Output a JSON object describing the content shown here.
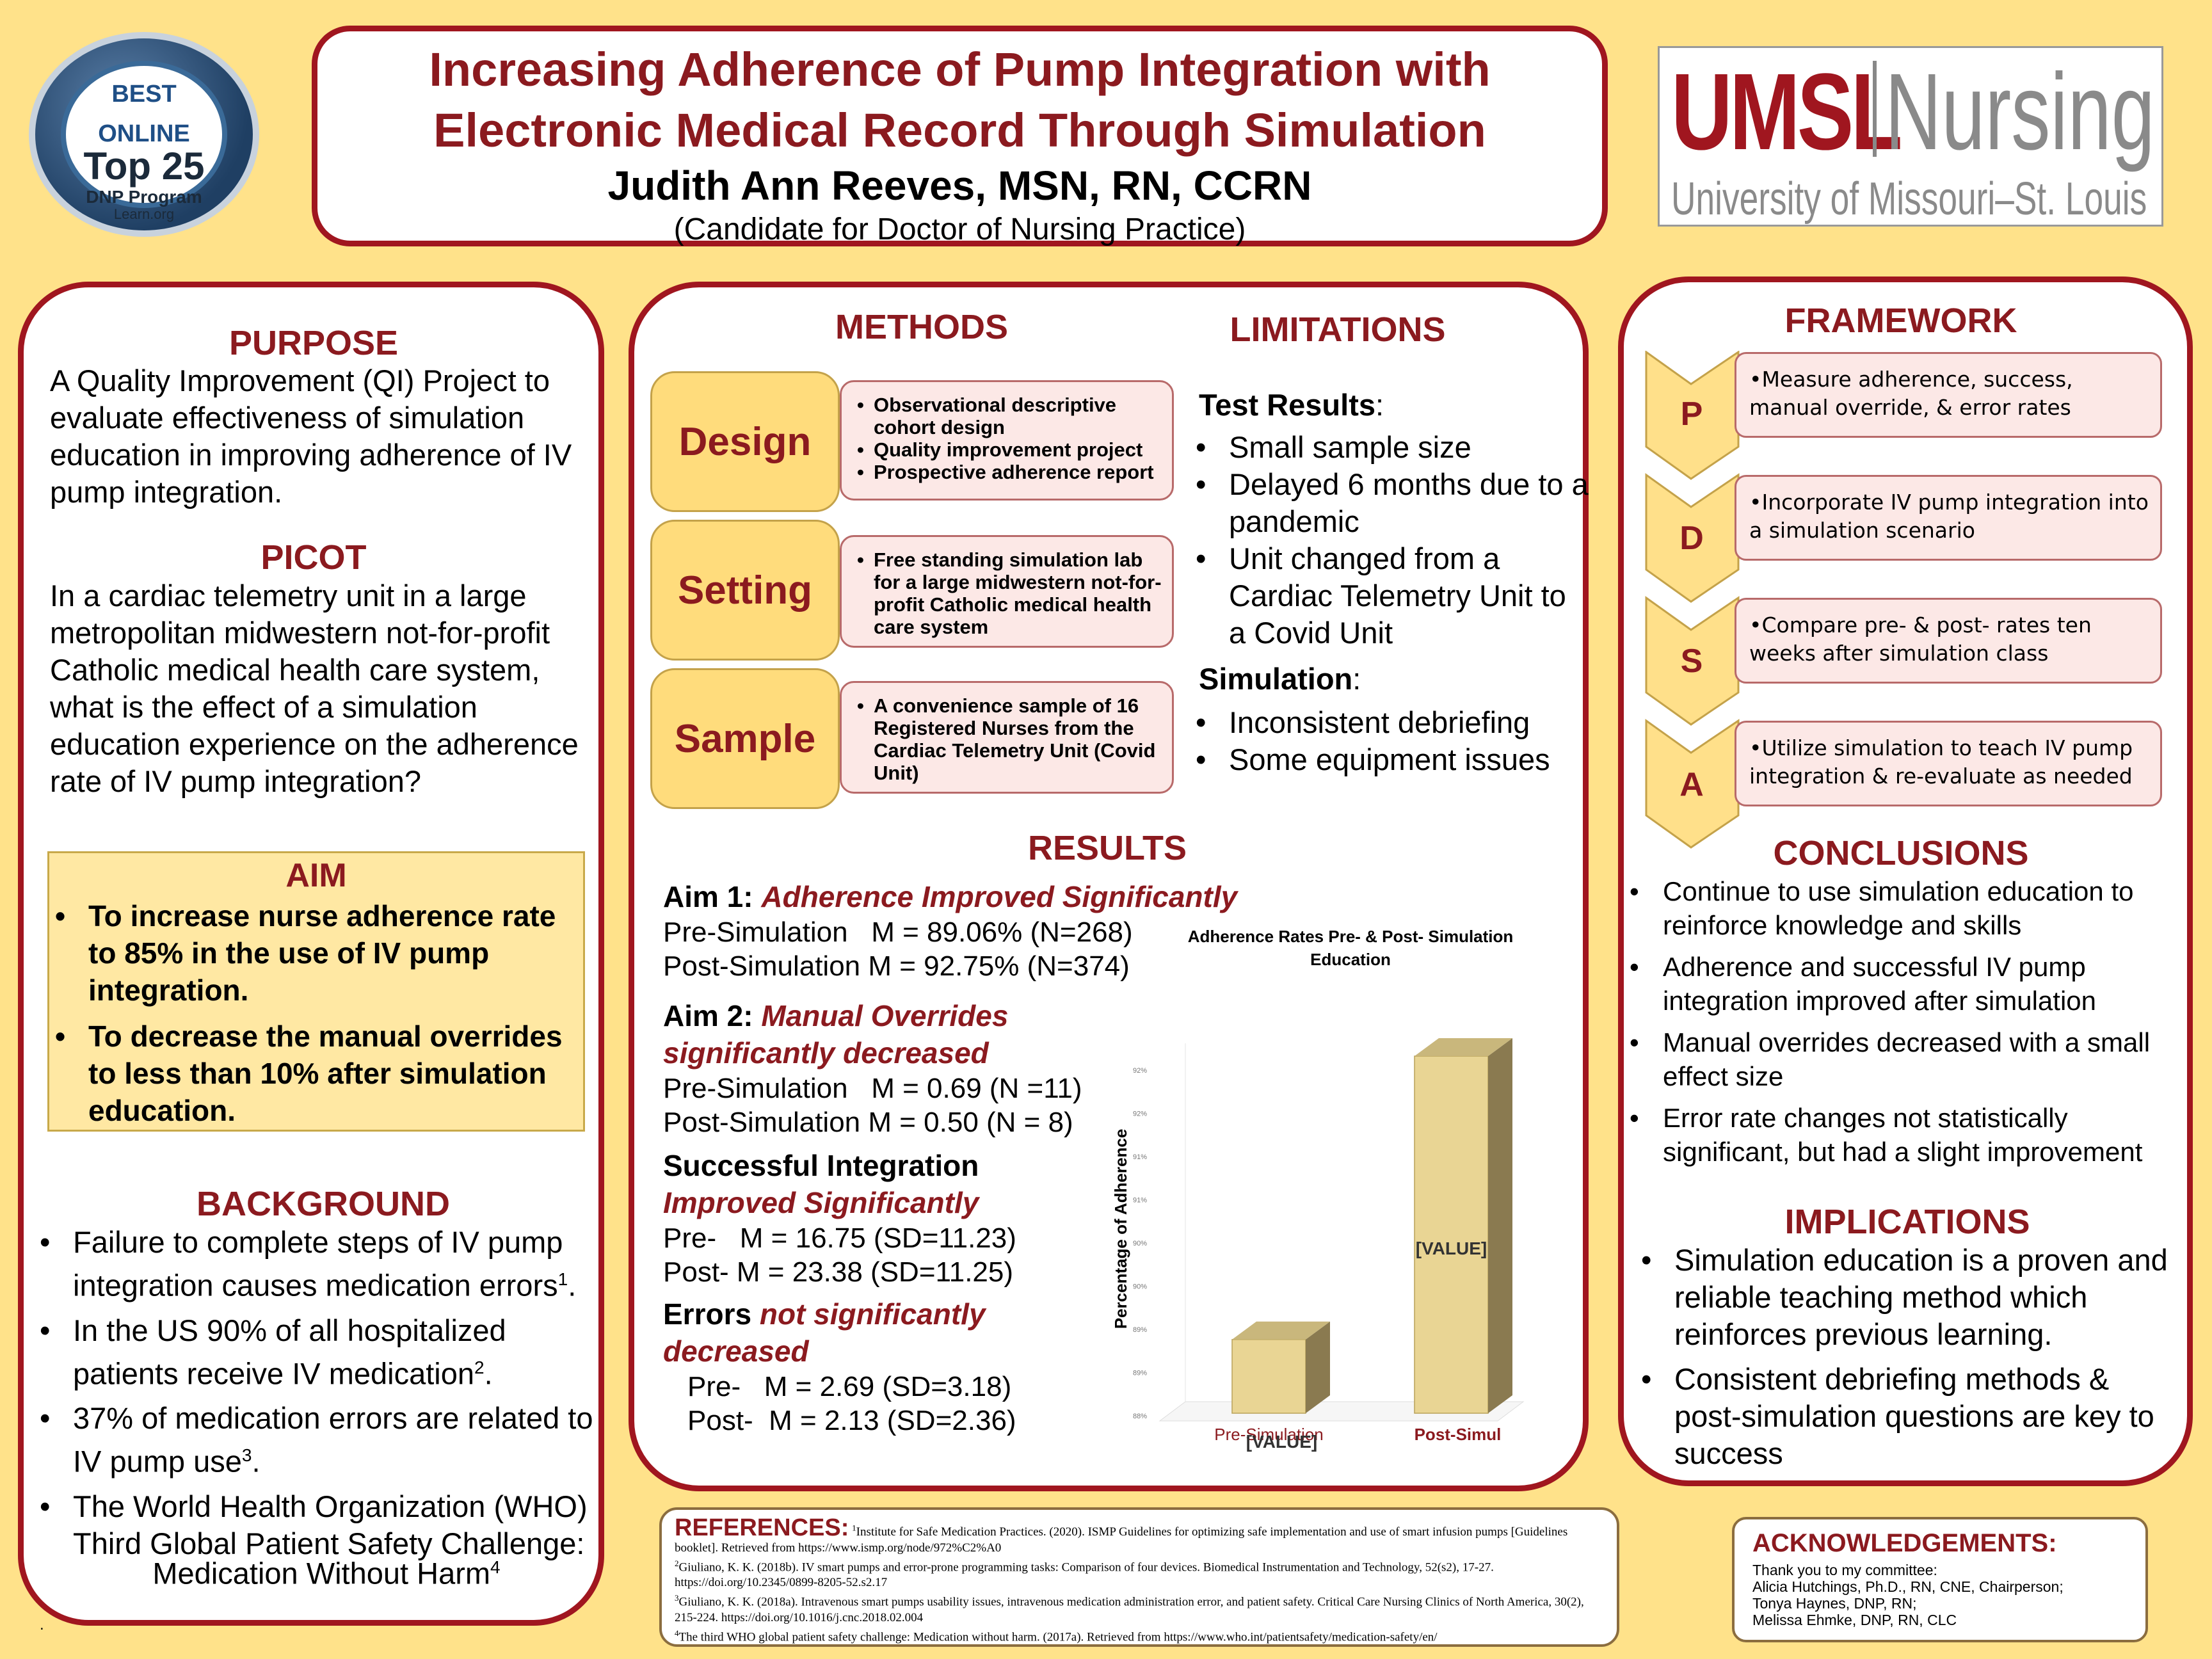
{
  "header": {
    "title_line1": "Increasing Adherence of Pump Integration with",
    "title_line2": "Electronic Medical Record Through Simulation",
    "author": "Judith Ann Reeves, MSN, RN, CCRN",
    "author_note": "(Candidate for Doctor of Nursing Practice)"
  },
  "badge": {
    "line1": "BEST",
    "line2": "ONLINE",
    "line3": "Top 25",
    "line4": "DNP Program",
    "line5": "Learn.org"
  },
  "logo": {
    "umsl": "UMSL",
    "nursing": "Nursing",
    "university": "University of Missouri–St. Louis"
  },
  "purpose": {
    "heading": "PURPOSE",
    "text": "A Quality Improvement (QI) Project to evaluate effectiveness of simulation education in improving adherence of IV pump integration."
  },
  "picot": {
    "heading": "PICOT",
    "text": "In a cardiac telemetry unit in a large metropolitan midwestern not-for-profit Catholic medical health care system, what is the effect of a simulation education experience on the adherence rate of IV pump integration?"
  },
  "aim": {
    "heading": "AIM",
    "items": [
      "To increase nurse adherence rate to 85% in the use of IV pump integration.",
      "To decrease the manual overrides to less than 10% after simulation education."
    ]
  },
  "background": {
    "heading": "BACKGROUND",
    "items": [
      {
        "text": "Failure to complete steps of IV pump integration causes medication errors",
        "sup": "1",
        "end": "."
      },
      {
        "text": "In the US 90% of all hospitalized patients receive IV medication",
        "sup": "2",
        "end": "."
      },
      {
        "text": "37% of medication errors are related to IV pump use",
        "sup": "3",
        "end": "."
      },
      {
        "text": "The World Health Organization (WHO) Third Global Patient Safety Challenge:",
        "sup": "",
        "end": ""
      }
    ],
    "last_line": "Medication Without Harm",
    "last_sup": "4"
  },
  "methods": {
    "heading": "METHODS",
    "design": {
      "label": "Design",
      "items": [
        "Observational descriptive cohort design",
        "Quality improvement project",
        "Prospective adherence report"
      ]
    },
    "setting": {
      "label": "Setting",
      "items": [
        "Free standing simulation lab for a large midwestern not-for-profit Catholic medical health care system"
      ]
    },
    "sample": {
      "label": "Sample",
      "items": [
        "A convenience sample of 16 Registered Nurses from the Cardiac Telemetry Unit (Covid Unit)"
      ]
    }
  },
  "limitations": {
    "heading": "LIMITATIONS",
    "test_label": "Test Results",
    "test_items": [
      "Small sample size",
      "Delayed 6 months due to a pandemic",
      "Unit changed from a Cardiac Telemetry Unit to a Covid Unit"
    ],
    "sim_label": "Simulation",
    "sim_items": [
      "Inconsistent debriefing",
      "Some equipment issues"
    ]
  },
  "results": {
    "heading": "RESULTS",
    "aim1_label": "Aim 1",
    "aim1_title": "Adherence Improved Significantly",
    "aim1_pre": "Pre-Simulation   M = 89.06% (N=268)",
    "aim1_post": "Post-Simulation M = 92.75% (N=374)",
    "aim2_label": "Aim 2",
    "aim2_title_1": "Manual Overrides",
    "aim2_title_2": "significantly decreased",
    "aim2_pre": "Pre-Simulation   M = 0.69 (N =11)",
    "aim2_post": "Post-Simulation M = 0.50 (N = 8)",
    "si_label": "Successful Integration",
    "si_title": "Improved Significantly",
    "si_pre": "Pre-   M = 16.75 (SD=11.23)",
    "si_post": "Post- M = 23.38 (SD=11.25)",
    "err_label": "Errors",
    "err_title_1": "not significantly",
    "err_title_2": "decreased",
    "err_pre": "Pre-   M = 2.69 (SD=3.18)",
    "err_post": "Post-  M = 2.13 (SD=2.36)"
  },
  "chart_data": {
    "type": "bar",
    "title": "Adherence Rates Pre- & Post- Simulation Education",
    "ylabel": "Percentage of Adherence",
    "categories": [
      "Pre-Simulation",
      "Post-Simul"
    ],
    "values": [
      89.06,
      92.75
    ],
    "value_labels": [
      "[VALUE]",
      "[VALUE]"
    ],
    "yticks": [
      "88%",
      "89%",
      "89%",
      "90%",
      "90%",
      "91%",
      "91%",
      "92%",
      "92%"
    ],
    "ylim": [
      88,
      93
    ],
    "color": "#e9d594",
    "grid": false
  },
  "framework": {
    "heading": "FRAMEWORK",
    "steps": [
      {
        "letter": "P",
        "text": "•Measure adherence, success, manual override, & error rates"
      },
      {
        "letter": "D",
        "text": "•Incorporate IV pump integration into a simulation scenario"
      },
      {
        "letter": "S",
        "text": "•Compare pre- & post- rates ten weeks after simulation class"
      },
      {
        "letter": "A",
        "text": "•Utilize simulation to teach IV pump integration & re-evaluate as needed"
      }
    ]
  },
  "conclusions": {
    "heading": "CONCLUSIONS",
    "items": [
      "Continue to use simulation education to reinforce knowledge and skills",
      "Adherence and successful IV pump integration improved after simulation",
      "Manual overrides decreased with a small effect size",
      "Error rate changes not statistically significant, but had a slight improvement"
    ]
  },
  "implications": {
    "heading": "IMPLICATIONS",
    "items": [
      "Simulation education is a proven and reliable teaching method which reinforces previous learning.",
      "Consistent debriefing methods & post-simulation questions are key to success"
    ]
  },
  "references": {
    "heading": "REFERENCES:",
    "r1": "Institute for Safe Medication Practices. (2020). ISMP Guidelines for optimizing safe implementation and use of smart infusion pumps [Guidelines booklet]. Retrieved from https://www.ismp.org/node/972%C2%A0",
    "r2": "Giuliano, K. K. (2018b). IV smart pumps and error-prone programming tasks: Comparison of four devices. Biomedical Instrumentation and Technology, 52(s2), 17-27. https://doi.org/10.2345/0899-8205-52.s2.17",
    "r3": "Giuliano, K. K. (2018a). Intravenous smart pumps usability issues, intravenous medication administration error, and patient safety. Critical Care Nursing Clinics of North America, 30(2), 215-224. https://doi.org/10.1016/j.cnc.2018.02.004",
    "r4": "The third WHO global patient safety challenge: Medication without harm. (2017a). Retrieved from https://www.who.int/patientsafety/medication-safety/en/"
  },
  "acknowledgements": {
    "heading": "ACKNOWLEDGEMENTS:",
    "lines": [
      "Thank you to my committee:",
      "Alicia Hutchings, Ph.D., RN, CNE, Chairperson;",
      "Tonya Haynes, DNP, RN;",
      "Melissa Ehmke, DNP, RN, CLC"
    ]
  },
  "footer_dot": "."
}
